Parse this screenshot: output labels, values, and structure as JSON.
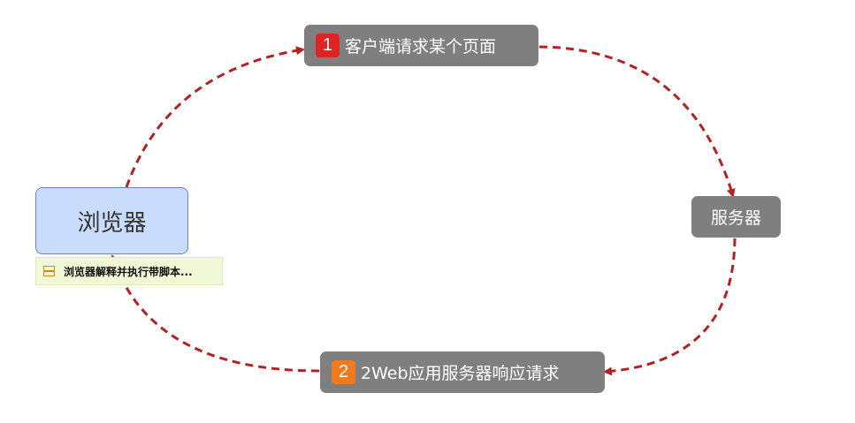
{
  "nodes": {
    "browser": {
      "label": "浏览器"
    },
    "server": {
      "label": "服务器"
    }
  },
  "note": {
    "text": "浏览器解释并执行带脚本..."
  },
  "steps": [
    {
      "number": "1",
      "label": "客户端请求某个页面",
      "badge_color": "#e02424"
    },
    {
      "number": "2",
      "label": "2Web应用服务器响应请求",
      "badge_color": "#f07a1e"
    }
  ],
  "colors": {
    "arrow": "#b22222",
    "pill": "#7f7f7f",
    "browser_fill": "#c9dcfc",
    "note_fill": "#f1f8d6"
  },
  "icons": {
    "note": "list-icon"
  }
}
